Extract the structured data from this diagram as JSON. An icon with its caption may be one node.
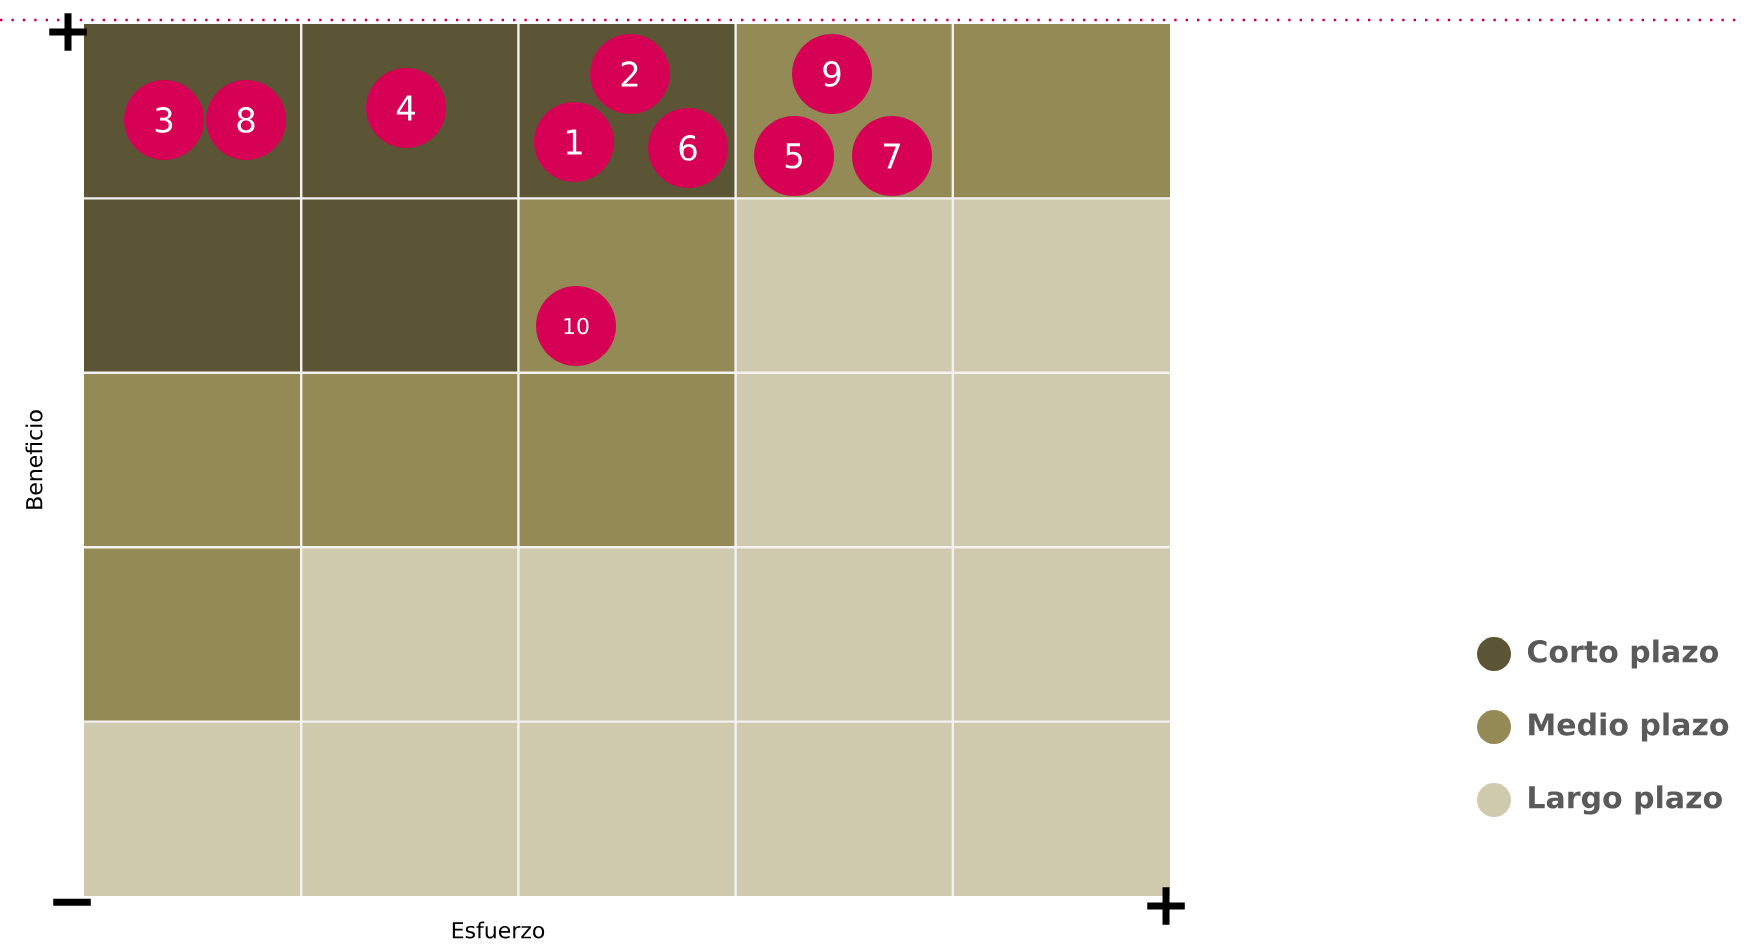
{
  "diagram": {
    "nodes": [
      {
        "text": [
          "1"
        ]
      },
      {
        "text": [
          "2"
        ]
      },
      {
        "text": [
          "3"
        ]
      },
      {
        "text": [
          "4"
        ]
      },
      {
        "text": [
          "5"
        ]
      },
      {
        "text": [
          "6"
        ]
      },
      {
        "text": [
          "7"
        ]
      },
      {
        "text": [
          "8"
        ]
      },
      {
        "text": [
          "9"
        ]
      },
      {
        "text": [
          "10"
        ]
      }
    ],
    "labels": [
      "+",
      "Beneficio",
      "−",
      "Esfuerzo",
      "+"
    ],
    "legend": [
      {
        "text": "Corto plazo",
        "color": "#5c5535"
      },
      {
        "text": "Medio plazo",
        "color": "#948a55"
      },
      {
        "text": "Largo plazo",
        "color": "#cfc9ad"
      }
    ]
  }
}
